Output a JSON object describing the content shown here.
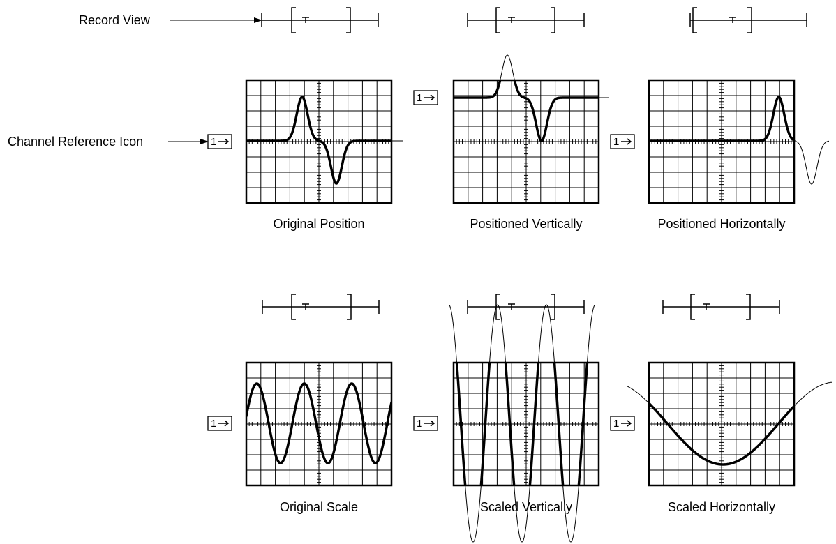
{
  "callouts": {
    "record_view": "Record View",
    "channel_reference_icon": "Channel Reference Icon"
  },
  "channel_icon_text": "1",
  "record_view_trigger_glyph": "T",
  "panels": [
    {
      "id": "original-position",
      "caption": "Original Position"
    },
    {
      "id": "positioned-vertically",
      "caption": "Positioned Vertically"
    },
    {
      "id": "positioned-horizontally",
      "caption": "Positioned Horizontally"
    },
    {
      "id": "original-scale",
      "caption": "Original Scale"
    },
    {
      "id": "scaled-vertically",
      "caption": "Scaled Vertically"
    },
    {
      "id": "scaled-horizontally",
      "caption": "Scaled Horizontally"
    }
  ]
}
